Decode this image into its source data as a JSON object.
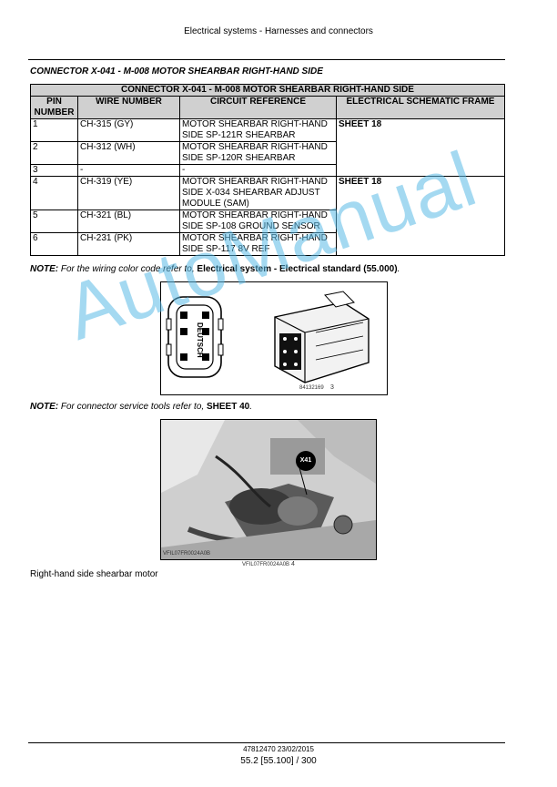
{
  "header": {
    "title": "Electrical systems - Harnesses and connectors"
  },
  "section": {
    "heading": "CONNECTOR X-041 - M-008 MOTOR SHEARBAR RIGHT-HAND SIDE"
  },
  "table": {
    "title": "CONNECTOR X-041 - M-008 MOTOR SHEARBAR RIGHT-HAND SIDE",
    "columns": [
      "PIN NUMBER",
      "WIRE NUMBER",
      "CIRCUIT REFERENCE",
      "ELECTRICAL SCHEMATIC FRAME"
    ],
    "rows": [
      {
        "pin": "1",
        "wire": "CH-315 (GY)",
        "circuit": "MOTOR SHEARBAR RIGHT-HAND SIDE SP-121R SHEARBAR",
        "frame": "SHEET 18"
      },
      {
        "pin": "2",
        "wire": "CH-312 (WH)",
        "circuit": "MOTOR SHEARBAR RIGHT-HAND SIDE SP-120R SHEARBAR",
        "frame": ""
      },
      {
        "pin": "3",
        "wire": "-",
        "circuit": "-",
        "frame": ""
      },
      {
        "pin": "4",
        "wire": "CH-319 (YE)",
        "circuit": "MOTOR SHEARBAR RIGHT-HAND SIDE X-034 SHEARBAR ADJUST MODULE (SAM)",
        "frame": "SHEET 18"
      },
      {
        "pin": "5",
        "wire": "CH-321 (BL)",
        "circuit": "MOTOR SHEARBAR RIGHT-HAND SIDE SP-108 GROUND SENSOR",
        "frame": ""
      },
      {
        "pin": "6",
        "wire": "CH-231 (PK)",
        "circuit": "MOTOR SHEARBAR RIGHT-HAND SIDE SP-117 8V REF",
        "frame": ""
      }
    ]
  },
  "notes": [
    {
      "label": "NOTE:",
      "text": "For the wiring color code refer to,",
      "ref": "Electrical system - Electrical standard (55.000)",
      "end": "."
    },
    {
      "label": "NOTE:",
      "text": "For connector service tools refer to,",
      "ref": "SHEET 40",
      "end": "."
    }
  ],
  "figure1": {
    "connector_text": "DEUTSCH",
    "code": "84132169",
    "number": "3"
  },
  "figure2": {
    "marker": "X41",
    "code_left": "VFIL07FR0024A0B",
    "code_bottom": "VFIL07FR0024A0B",
    "number": "4"
  },
  "caption": "Right-hand side shearbar motor",
  "footer": {
    "code": "47812470 23/02/2015",
    "page": "55.2 [55.100] / 300"
  },
  "watermark": "AutoManual"
}
